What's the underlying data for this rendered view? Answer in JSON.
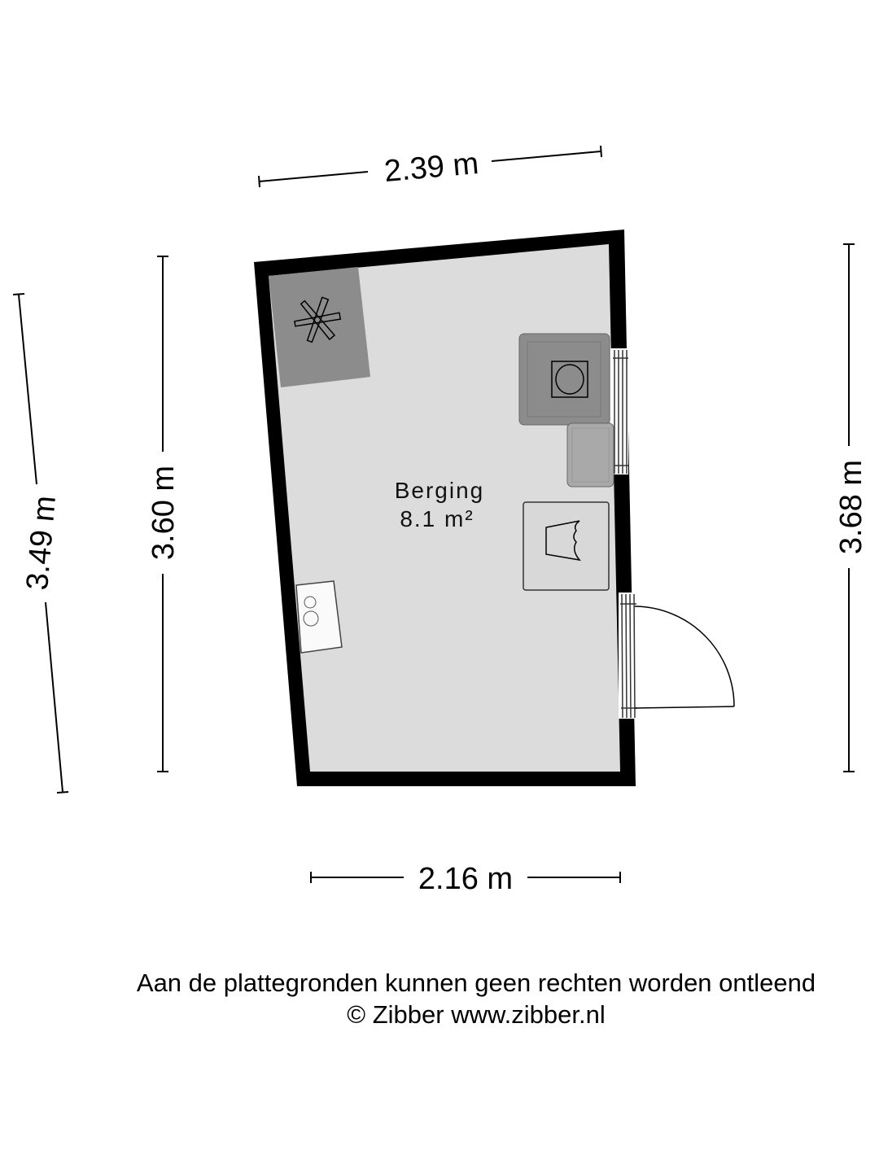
{
  "room": {
    "name": "Berging",
    "area": "8.1 m²"
  },
  "dimensions": {
    "top": "2.39 m",
    "bottom": "2.16 m",
    "left_outer": "3.49 m",
    "left_inner": "3.60 m",
    "right": "3.68 m"
  },
  "footer": {
    "disclaimer": "Aan de plattegronden kunnen geen rechten worden ontleend",
    "copyright": "© Zibber www.zibber.nl"
  },
  "colors": {
    "wall": "#000000",
    "floor": "#dcdcdc",
    "fixture_dark": "#8c8c8c",
    "fixture_mid": "#a9a9a9"
  }
}
